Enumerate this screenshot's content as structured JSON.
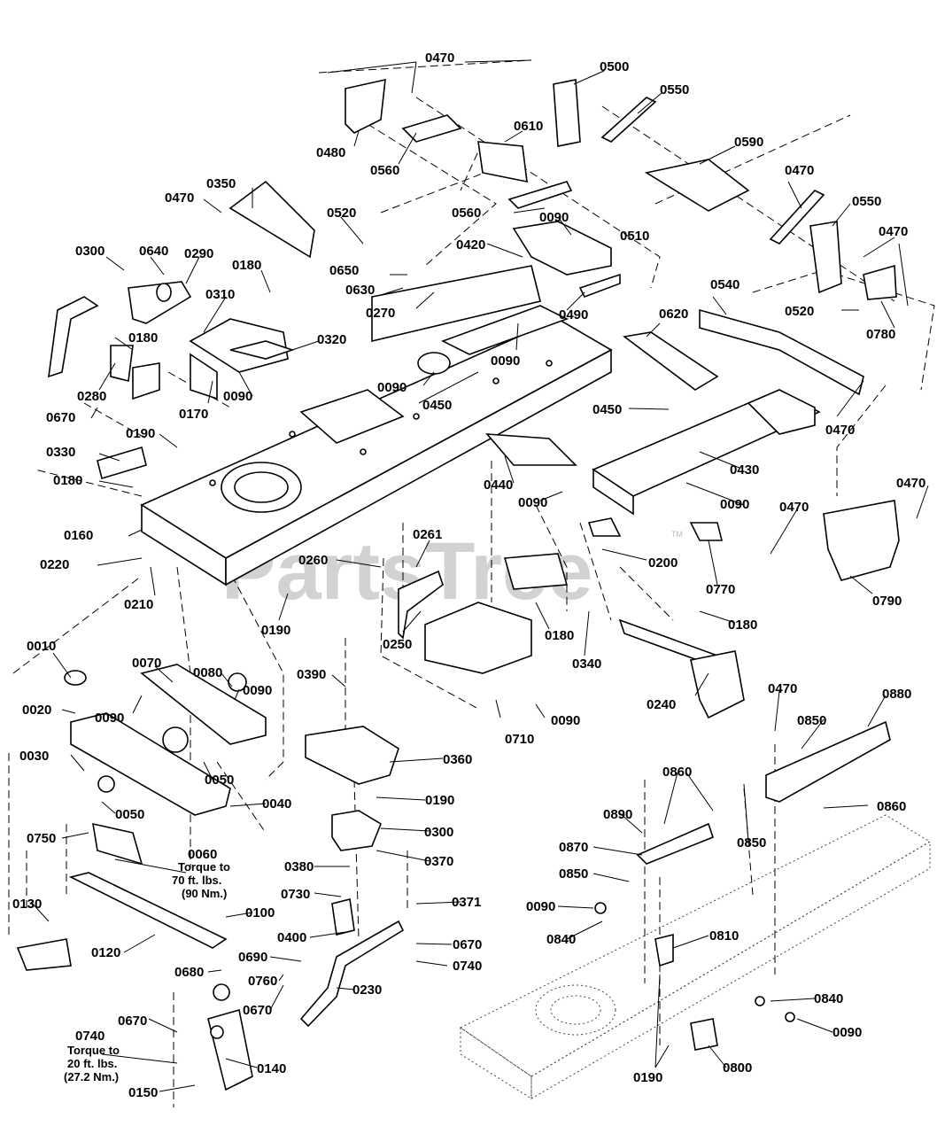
{
  "watermark": {
    "text": "PartsTree",
    "trademark": "TM"
  },
  "callouts": [
    {
      "id": "c1",
      "text": "0470"
    },
    {
      "id": "c2",
      "text": "0500"
    },
    {
      "id": "c3",
      "text": "0550"
    },
    {
      "id": "c4",
      "text": "0610"
    },
    {
      "id": "c5",
      "text": "0480"
    },
    {
      "id": "c6",
      "text": "0560"
    },
    {
      "id": "c7",
      "text": "0590"
    },
    {
      "id": "c8",
      "text": "0350"
    },
    {
      "id": "c9",
      "text": "0470"
    },
    {
      "id": "c10",
      "text": "0520"
    },
    {
      "id": "c11",
      "text": "0560"
    },
    {
      "id": "c12",
      "text": "0090"
    },
    {
      "id": "c13",
      "text": "0470"
    },
    {
      "id": "c14",
      "text": "0550"
    },
    {
      "id": "c15",
      "text": "0510"
    },
    {
      "id": "c16",
      "text": "0470"
    },
    {
      "id": "c17",
      "text": "0300"
    },
    {
      "id": "c18",
      "text": "0640"
    },
    {
      "id": "c19",
      "text": "0290"
    },
    {
      "id": "c20",
      "text": "0180"
    },
    {
      "id": "c21",
      "text": "0420"
    },
    {
      "id": "c22",
      "text": "0650"
    },
    {
      "id": "c23",
      "text": "0630"
    },
    {
      "id": "c24",
      "text": "0310"
    },
    {
      "id": "c25",
      "text": "0270"
    },
    {
      "id": "c26",
      "text": "0490"
    },
    {
      "id": "c27",
      "text": "0540"
    },
    {
      "id": "c28",
      "text": "0520"
    },
    {
      "id": "c29",
      "text": "0780"
    },
    {
      "id": "c30",
      "text": "0180"
    },
    {
      "id": "c31",
      "text": "0320"
    },
    {
      "id": "c32",
      "text": "0620"
    },
    {
      "id": "c33",
      "text": "0090"
    },
    {
      "id": "c34",
      "text": "0280"
    },
    {
      "id": "c35",
      "text": "0170"
    },
    {
      "id": "c36",
      "text": "0090"
    },
    {
      "id": "c37",
      "text": "0090"
    },
    {
      "id": "c38",
      "text": "0450"
    },
    {
      "id": "c39",
      "text": "0450"
    },
    {
      "id": "c40",
      "text": "0470"
    },
    {
      "id": "c41",
      "text": "0670"
    },
    {
      "id": "c42",
      "text": "0190"
    },
    {
      "id": "c43",
      "text": "0330"
    },
    {
      "id": "c44",
      "text": "0430"
    },
    {
      "id": "c45",
      "text": "0180"
    },
    {
      "id": "c46",
      "text": "0440"
    },
    {
      "id": "c47",
      "text": "0470"
    },
    {
      "id": "c48",
      "text": "0090"
    },
    {
      "id": "c49",
      "text": "0090"
    },
    {
      "id": "c50",
      "text": "0470"
    },
    {
      "id": "c51",
      "text": "0160"
    },
    {
      "id": "c52",
      "text": "0261"
    },
    {
      "id": "c53",
      "text": "0220"
    },
    {
      "id": "c54",
      "text": "0260"
    },
    {
      "id": "c55",
      "text": "0200"
    },
    {
      "id": "c56",
      "text": "0770"
    },
    {
      "id": "c57",
      "text": "0790"
    },
    {
      "id": "c58",
      "text": "0210"
    },
    {
      "id": "c59",
      "text": "0190"
    },
    {
      "id": "c60",
      "text": "0250"
    },
    {
      "id": "c61",
      "text": "0180"
    },
    {
      "id": "c62",
      "text": "0180"
    },
    {
      "id": "c63",
      "text": "0340"
    },
    {
      "id": "c64",
      "text": "0010"
    },
    {
      "id": "c65",
      "text": "0070"
    },
    {
      "id": "c66",
      "text": "0080"
    },
    {
      "id": "c67",
      "text": "0390"
    },
    {
      "id": "c68",
      "text": "0240"
    },
    {
      "id": "c69",
      "text": "0470"
    },
    {
      "id": "c70",
      "text": "0880"
    },
    {
      "id": "c71",
      "text": "0020"
    },
    {
      "id": "c72",
      "text": "0090"
    },
    {
      "id": "c73",
      "text": "0090"
    },
    {
      "id": "c74",
      "text": "0710"
    },
    {
      "id": "c75",
      "text": "0090"
    },
    {
      "id": "c76",
      "text": "0850"
    },
    {
      "id": "c77",
      "text": "0360"
    },
    {
      "id": "c78",
      "text": "0030"
    },
    {
      "id": "c79",
      "text": "0050"
    },
    {
      "id": "c80",
      "text": "0860"
    },
    {
      "id": "c81",
      "text": "0190"
    },
    {
      "id": "c82",
      "text": "0040"
    },
    {
      "id": "c83",
      "text": "0050"
    },
    {
      "id": "c84",
      "text": "0860"
    },
    {
      "id": "c85",
      "text": "0890"
    },
    {
      "id": "c86",
      "text": "0300"
    },
    {
      "id": "c87",
      "text": "0750"
    },
    {
      "id": "c88",
      "text": "0850"
    },
    {
      "id": "c89",
      "text": "0870"
    },
    {
      "id": "c90",
      "text": "0370"
    },
    {
      "id": "c91",
      "text": "0060"
    },
    {
      "id": "c92",
      "text": "0380"
    },
    {
      "id": "c93",
      "text": "0850"
    },
    {
      "id": "c94",
      "text": "0730"
    },
    {
      "id": "c95",
      "text": "0371"
    },
    {
      "id": "c96",
      "text": "0130"
    },
    {
      "id": "c97",
      "text": "0100"
    },
    {
      "id": "c98",
      "text": "0090"
    },
    {
      "id": "c99",
      "text": "0400"
    },
    {
      "id": "c100",
      "text": "0840"
    },
    {
      "id": "c101",
      "text": "0670"
    },
    {
      "id": "c102",
      "text": "0810"
    },
    {
      "id": "c103",
      "text": "0120"
    },
    {
      "id": "c104",
      "text": "0690"
    },
    {
      "id": "c105",
      "text": "0740"
    },
    {
      "id": "c106",
      "text": "0680"
    },
    {
      "id": "c107",
      "text": "0760"
    },
    {
      "id": "c108",
      "text": "0230"
    },
    {
      "id": "c109",
      "text": "0670"
    },
    {
      "id": "c110",
      "text": "0840"
    },
    {
      "id": "c111",
      "text": "0670"
    },
    {
      "id": "c112",
      "text": "0090"
    },
    {
      "id": "c113",
      "text": "0740"
    },
    {
      "id": "c114",
      "text": "0140"
    },
    {
      "id": "c115",
      "text": "0190"
    },
    {
      "id": "c116",
      "text": "0800"
    },
    {
      "id": "c117",
      "text": "0150"
    }
  ],
  "notes": {
    "torque_70": {
      "line1": "Torque to",
      "line2": "70 ft. lbs.",
      "line3": "(90 Nm.)"
    },
    "torque_20": {
      "line1": "Torque to",
      "line2": "20 ft. lbs.",
      "line3": "(27.2 Nm.)"
    }
  }
}
